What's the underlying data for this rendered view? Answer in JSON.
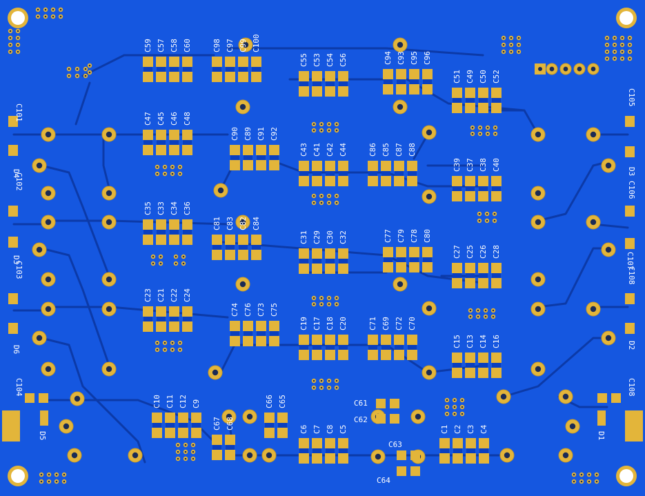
{
  "board": {
    "colors": {
      "substrate": "#1557e0",
      "trace": "#0c3aa8",
      "pad": "#e3b53a",
      "pad_ring": "#c89a28",
      "hole": "#1b2b55",
      "silk": "#ffffff",
      "edge": "#0a3fbf"
    }
  },
  "labels": {
    "g1": [
      "C59",
      "C57",
      "C58",
      "C60"
    ],
    "g2": [
      "C98",
      "C97",
      "C99",
      "C100"
    ],
    "g3": [
      "C55",
      "C53",
      "C54",
      "C56"
    ],
    "g4": [
      "C94",
      "C93",
      "C95",
      "C96"
    ],
    "g5": [
      "C51",
      "C49",
      "C50",
      "C52"
    ],
    "g6": [
      "C47",
      "C45",
      "C46",
      "C48"
    ],
    "g7": [
      "C90",
      "C89",
      "C91",
      "C92"
    ],
    "g8": [
      "C43",
      "C41",
      "C42",
      "C44"
    ],
    "g9": [
      "C86",
      "C85",
      "C87",
      "C88"
    ],
    "g10": [
      "C39",
      "C37",
      "C38",
      "C40"
    ],
    "g11": [
      "C35",
      "C33",
      "C34",
      "C36"
    ],
    "g12": [
      "C81",
      "C83",
      "C82",
      "C84"
    ],
    "g13": [
      "C31",
      "C29",
      "C30",
      "C32"
    ],
    "g14": [
      "C77",
      "C79",
      "C78",
      "C80"
    ],
    "g15": [
      "C27",
      "C25",
      "C26",
      "C28"
    ],
    "g16": [
      "C23",
      "C21",
      "C22",
      "C24"
    ],
    "g17": [
      "C74",
      "C76",
      "C73",
      "C75"
    ],
    "g18": [
      "C19",
      "C17",
      "C18",
      "C20"
    ],
    "g19": [
      "C71",
      "C69",
      "C72",
      "C70"
    ],
    "g20": [
      "C15",
      "C13",
      "C14",
      "C16"
    ],
    "g21": [
      "C10",
      "C11",
      "C12",
      "C9"
    ],
    "g22": [
      "C66",
      "C65"
    ],
    "g23": [
      "C67",
      "C68"
    ],
    "g24": [
      "C6",
      "C7",
      "C8",
      "C5"
    ],
    "g25": [
      "C1",
      "C2",
      "C3",
      "C4"
    ],
    "left": [
      "C101",
      "D4",
      "C102",
      "D3",
      "C103",
      "D6",
      "C104",
      "D5"
    ],
    "right": [
      "C105",
      "D3",
      "C106",
      "C107",
      "C108",
      "D2",
      "C108",
      "D1"
    ],
    "misc": [
      "C61",
      "C62",
      "C63",
      "C64"
    ]
  }
}
